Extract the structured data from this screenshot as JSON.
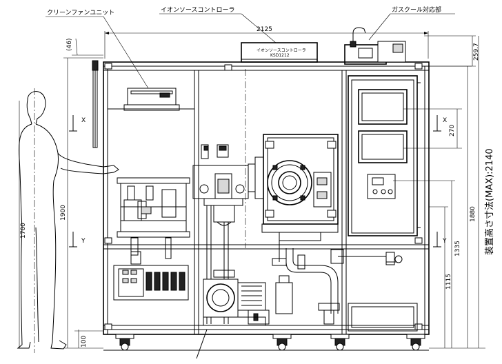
{
  "labels": {
    "clean_fan_unit": "クリーンファンユニット",
    "ion_source_controller": "イオンソースコントローラ",
    "gas_cooler": "ガスクール対応部",
    "controller_plate_line1": "イオンソースコントローラ",
    "controller_plate_line2": "KSD1212"
  },
  "dimensions": {
    "total_width": "2125",
    "offset_top": "(46)",
    "top_extension": "259.7",
    "overall_height_label": "装置高さ寸法(MAX):2140",
    "height_1900": "1900",
    "height_1700": "1700",
    "height_1880": "1880",
    "height_1335": "1335",
    "height_1115": "1115",
    "height_270": "270",
    "base_100": "100"
  },
  "section_marks": {
    "x_left": "X",
    "x_right": "X",
    "y_left": "Y",
    "y_right": "Y"
  }
}
